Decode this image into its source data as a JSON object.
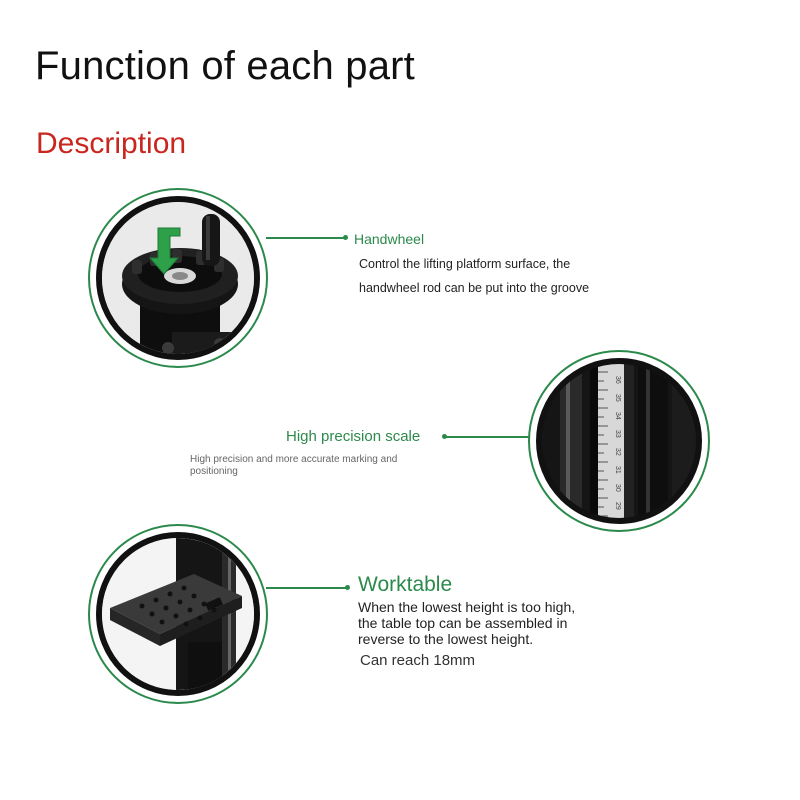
{
  "page": {
    "title": "Function of each part",
    "subtitle": "Description"
  },
  "parts": [
    {
      "name": "Handwheel",
      "lines": [
        "Control the lifting platform surface, the",
        "handwheel rod can be put into the groove"
      ]
    },
    {
      "name": "High precision scale",
      "text": "High precision and more accurate marking and positioning",
      "scale_ticks": [
        "36",
        "35",
        "34",
        "33",
        "32",
        "31",
        "30",
        "29"
      ]
    },
    {
      "name": "Worktable",
      "text": "When the lowest height is too high, the table top can be assembled in reverse to the lowest height.",
      "extra": "Can reach 18mm"
    }
  ],
  "colors": {
    "title": "#111111",
    "subtitle": "#c8261f",
    "accent_green": "#2b8a4b",
    "text": "#222222"
  },
  "icons": [
    "handwheel-photo",
    "scale-photo",
    "worktable-photo"
  ]
}
